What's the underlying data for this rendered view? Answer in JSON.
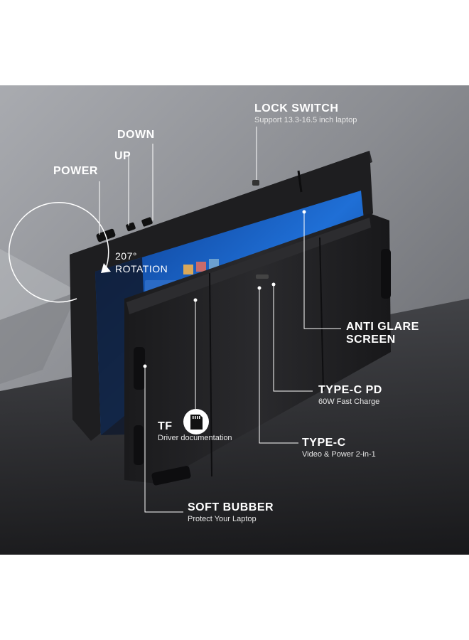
{
  "callouts": {
    "lock_switch": {
      "title": "LOCK SWITCH",
      "subtitle": "Support 13.3-16.5 inch laptop"
    },
    "down": {
      "title": "DOWN"
    },
    "up": {
      "title": "UP"
    },
    "power": {
      "title": "POWER"
    },
    "rotation": {
      "degrees": "207°",
      "label": "ROTATION"
    },
    "anti_glare": {
      "line1": "ANTI GLARE",
      "line2": "SCREEN"
    },
    "type_c_pd": {
      "title": "TYPE-C PD",
      "subtitle": "60W Fast Charge"
    },
    "tf": {
      "title": "TF",
      "subtitle": "Driver documentation"
    },
    "type_c": {
      "title": "TYPE-C",
      "subtitle": "Video & Power 2-in-1"
    },
    "soft_rubber": {
      "title": "SOFT BUBBER",
      "subtitle": "Protect Your Laptop"
    }
  },
  "icons": [
    "sd-card-icon",
    "rotation-arrow-icon"
  ],
  "colors": {
    "background": "#8f9196",
    "device": "#1c1c1e",
    "screen_accent": "#1f6fd6",
    "text": "#ffffff"
  }
}
